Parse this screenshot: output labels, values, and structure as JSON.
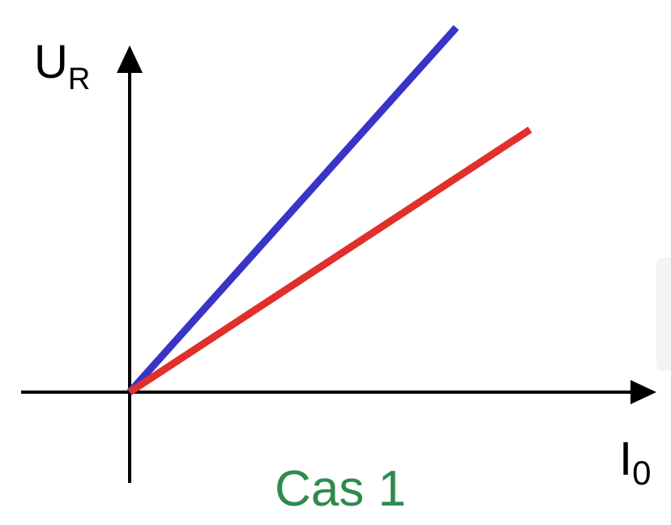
{
  "chart_data": {
    "type": "line",
    "x_label_main": "I",
    "x_label_sub": "0",
    "y_label_main": "U",
    "y_label_sub": "R",
    "caption": "Cas 1",
    "grid": false,
    "legend": "none",
    "xlim": [
      0,
      1
    ],
    "ylim": [
      0,
      1
    ],
    "series": [
      {
        "color": "#3a33c8",
        "x": [
          0,
          0.62
        ],
        "y": [
          0,
          1.0
        ]
      },
      {
        "color": "#e0302c",
        "x": [
          0,
          0.76
        ],
        "y": [
          0,
          0.72
        ]
      }
    ]
  },
  "colors": {
    "caption": "#2e8a4e",
    "axis": "#000000"
  }
}
